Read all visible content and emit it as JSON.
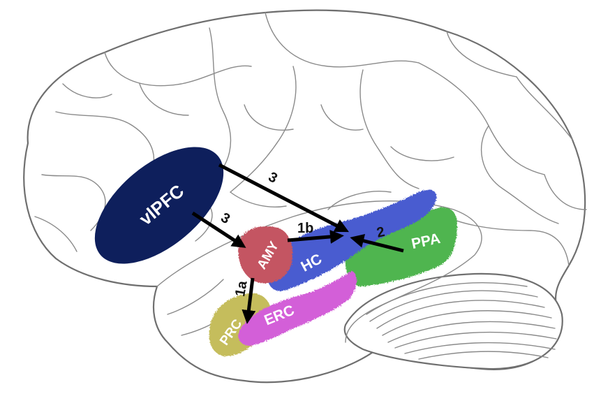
{
  "regions": {
    "vlpfc": {
      "label": "vlPFC",
      "color": "#0e1f5c"
    },
    "amy": {
      "label": "AMY",
      "color": "#c45562"
    },
    "hc": {
      "label": "HC",
      "color": "#4a5bd0"
    },
    "ppa": {
      "label": "PPA",
      "color": "#4fb54f"
    },
    "erc": {
      "label": "ERC",
      "color": "#d35fd8"
    },
    "prc": {
      "label": "PRC",
      "color": "#c5bd5c"
    }
  },
  "pathways": {
    "p_3a": "3",
    "p_3b": "3",
    "p_1b": "1b",
    "p_2": "2",
    "p_1a": "1a"
  }
}
